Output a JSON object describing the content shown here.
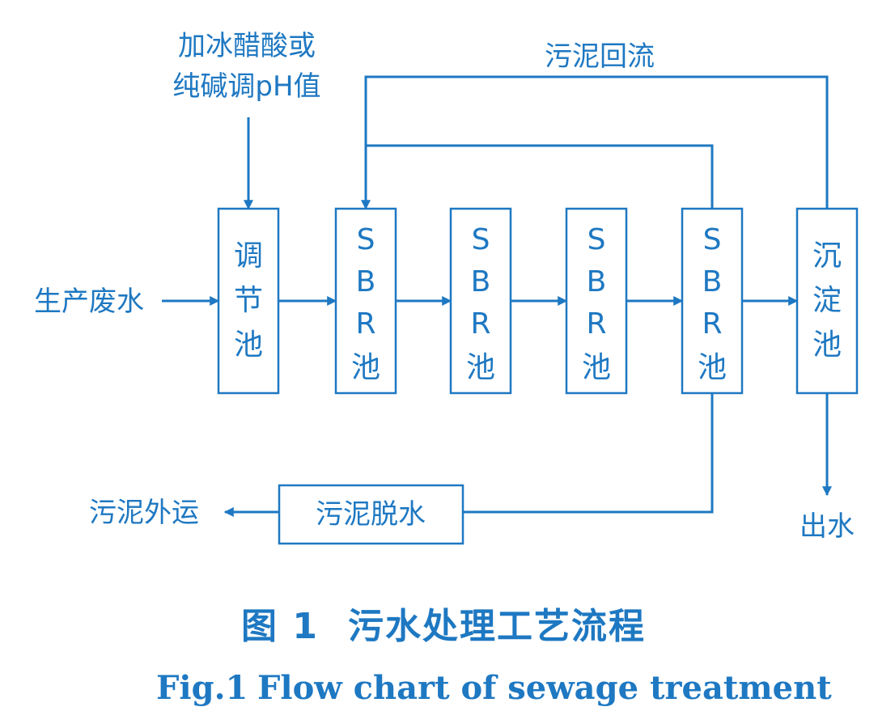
{
  "colors": {
    "accent": "#1e78c2",
    "background": "#ffffff"
  },
  "inputs": {
    "chemical_line1": "加冰醋酸或",
    "chemical_line2": "纯碱调pH值",
    "raw_water": "生产废水"
  },
  "units": [
    {
      "id": "adjust",
      "chars": [
        "调",
        "节",
        "池"
      ]
    },
    {
      "id": "sbr1",
      "chars": [
        "S",
        "B",
        "R",
        "池"
      ]
    },
    {
      "id": "sbr2",
      "chars": [
        "S",
        "B",
        "R",
        "池"
      ]
    },
    {
      "id": "sbr3",
      "chars": [
        "S",
        "B",
        "R",
        "池"
      ]
    },
    {
      "id": "sbr4",
      "chars": [
        "S",
        "B",
        "R",
        "池"
      ]
    },
    {
      "id": "settle",
      "chars": [
        "沉",
        "淀",
        "池"
      ]
    }
  ],
  "sludge_return": "污泥回流",
  "dewatering": "污泥脱水",
  "sludge_out": "污泥外运",
  "effluent": "出水",
  "caption": {
    "zh_number": "图 1",
    "zh_title": "污水处理工艺流程",
    "en_number": "Fig.1",
    "en_title": "Flow chart of sewage treatment"
  }
}
